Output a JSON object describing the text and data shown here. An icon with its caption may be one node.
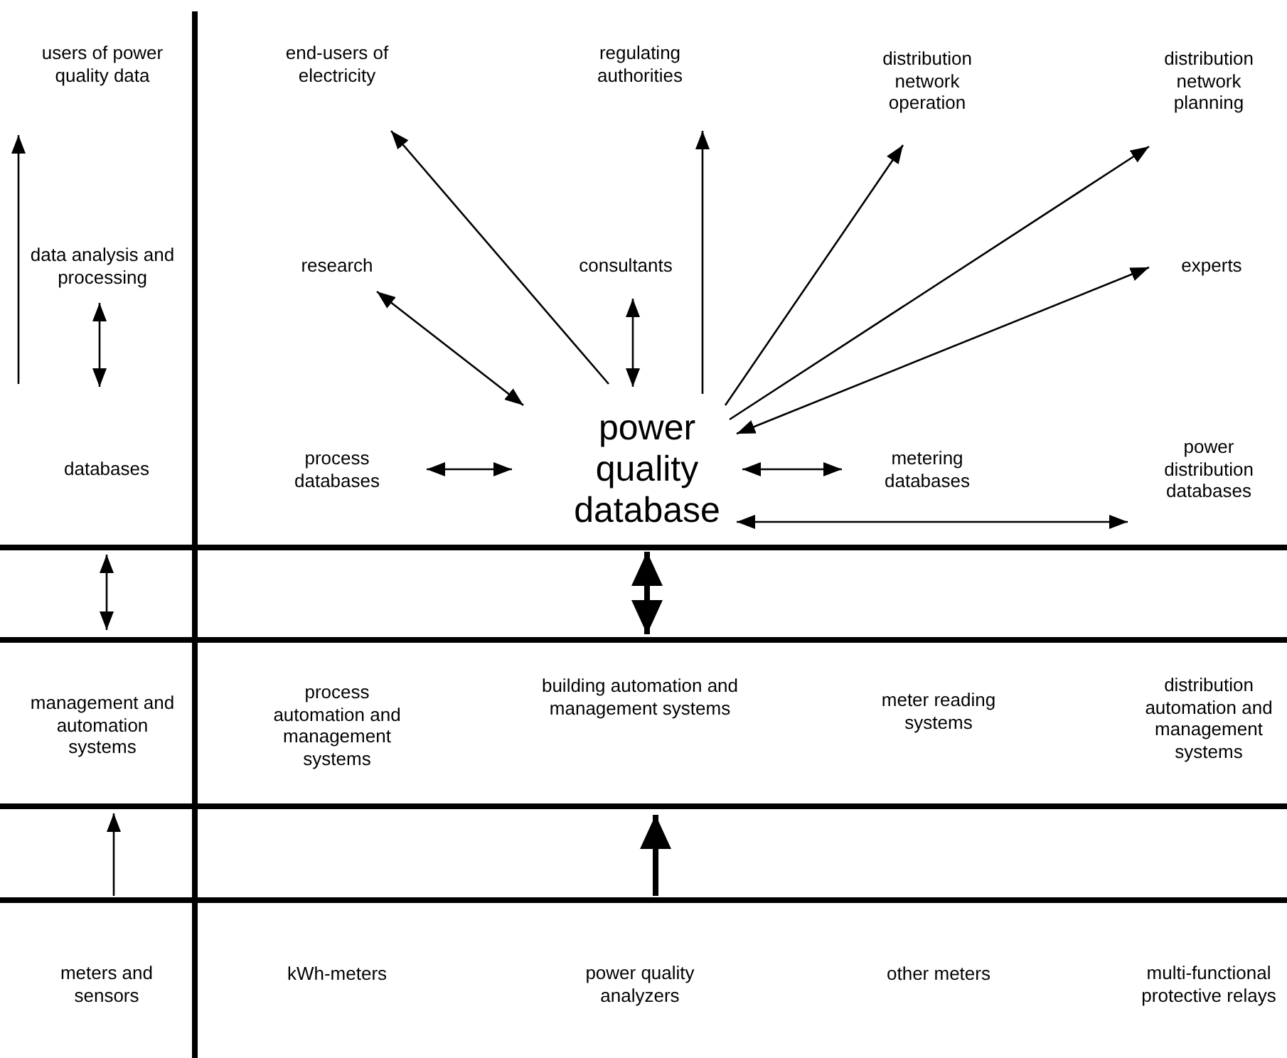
{
  "diagram": {
    "nodes": [
      {
        "text": [
          "users of power quality data"
        ]
      },
      {
        "text": [
          "end-users of electricity"
        ]
      },
      {
        "text": [
          "regulating authorities"
        ]
      },
      {
        "text": [
          "distribution network operation"
        ]
      },
      {
        "text": [
          "distribution network planning"
        ]
      },
      {
        "text": [
          "data analysis and processing"
        ]
      },
      {
        "text": [
          "research"
        ]
      },
      {
        "text": [
          "consultants"
        ]
      },
      {
        "text": [
          "experts"
        ]
      },
      {
        "text": [
          "databases"
        ]
      },
      {
        "text": [
          "process databases"
        ]
      },
      {
        "text": [
          "power quality database"
        ]
      },
      {
        "text": [
          "metering databases"
        ]
      },
      {
        "text": [
          "power distribution databases"
        ]
      },
      {
        "text": [
          "management and automation systems"
        ]
      },
      {
        "text": [
          "process automation and management systems"
        ]
      },
      {
        "text": [
          "building automation and management systems"
        ]
      },
      {
        "text": [
          "meter reading systems"
        ]
      },
      {
        "text": [
          "distribution automation and management systems"
        ]
      },
      {
        "text": [
          "meters and sensors"
        ]
      },
      {
        "text": [
          "kWh-meters"
        ]
      },
      {
        "text": [
          "power quality analyzers"
        ]
      },
      {
        "text": [
          "other meters"
        ]
      },
      {
        "text": [
          "multi-functional protective relays"
        ]
      }
    ],
    "edges": [
      {
        "from": 11,
        "to": 1,
        "arrow": "to"
      },
      {
        "from": 11,
        "to": 2,
        "arrow": "to"
      },
      {
        "from": 11,
        "to": 3,
        "arrow": "to"
      },
      {
        "from": 11,
        "to": 4,
        "arrow": "to"
      },
      {
        "from": 6,
        "to": 11,
        "arrow": "both"
      },
      {
        "from": 7,
        "to": 11,
        "arrow": "both"
      },
      {
        "from": 8,
        "to": 11,
        "arrow": "both"
      },
      {
        "from": 10,
        "to": 11,
        "arrow": "both"
      },
      {
        "from": 11,
        "to": 12,
        "arrow": "both"
      },
      {
        "from": 11,
        "to": 13,
        "arrow": "both"
      },
      {
        "from": 5,
        "to": 9,
        "arrow": "both"
      },
      {
        "from": 9,
        "to": 14,
        "arrow": "both"
      },
      {
        "from": 11,
        "to": 16,
        "arrow": "both",
        "style": "thick"
      },
      {
        "from": 19,
        "to": 14,
        "arrow": "to"
      },
      {
        "from": 21,
        "to": 16,
        "arrow": "to",
        "style": "thick"
      }
    ]
  }
}
